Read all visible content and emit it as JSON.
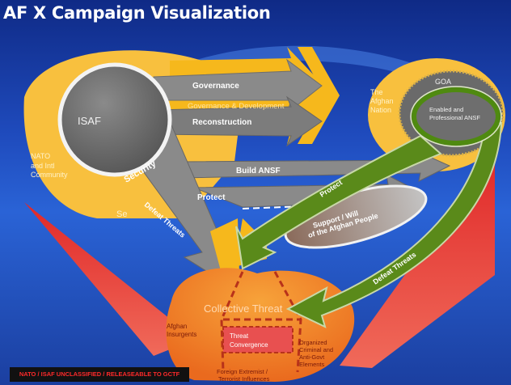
{
  "slide": {
    "title": "AF X Campaign Visualization",
    "classification": "NATO / ISAF UNCLASSIFIED / RELEASEABLE TO GCTF"
  },
  "nodes": {
    "isaf": "ISAF",
    "nato": [
      "NATO",
      "and Intl",
      "Community"
    ],
    "se": "Se",
    "afghan_nation": [
      "The",
      "Afghan",
      "Nation"
    ],
    "goa": "GOA",
    "ansf": [
      "Enabled and",
      "Professional ANSF"
    ],
    "support": [
      "Support / Will",
      "of the Afghan People"
    ],
    "collective_threat": "Collective Threat",
    "insurgents": [
      "Afghan",
      "Insurgents"
    ],
    "threat_convergence": [
      "Threat",
      "Convergence"
    ],
    "criminal": [
      "Organized",
      "Criminal and",
      "Anti-Govt",
      "Elements"
    ],
    "foreign": [
      "Foreign Extremist /",
      "Terrorist Influences"
    ]
  },
  "arrows": {
    "governance": "Governance",
    "governance_dev": "Governance & Development",
    "reconstruction": "Reconstruction",
    "security": "Security",
    "build_ansf": "Build ANSF",
    "protect_isaf": "Protect",
    "defeat_threats_isaf": "Defeat Threats",
    "protect_ansf": "Protect",
    "defeat_threats_ansf": "Defeat Threats"
  },
  "colors": {
    "background": "#2a5cd0",
    "nato_blob": "#f8c03e",
    "isaf_circle": "#666666",
    "gray_arrow": "#8a8a8a",
    "yellow_arrow": "#f6b81c",
    "green_arrow": "#5a8a1a",
    "threat_blob": "#f18b2c",
    "red_pointer": "#e83a3a",
    "convergence_box": "#e85050",
    "classification_text": "#ff2a2a"
  }
}
